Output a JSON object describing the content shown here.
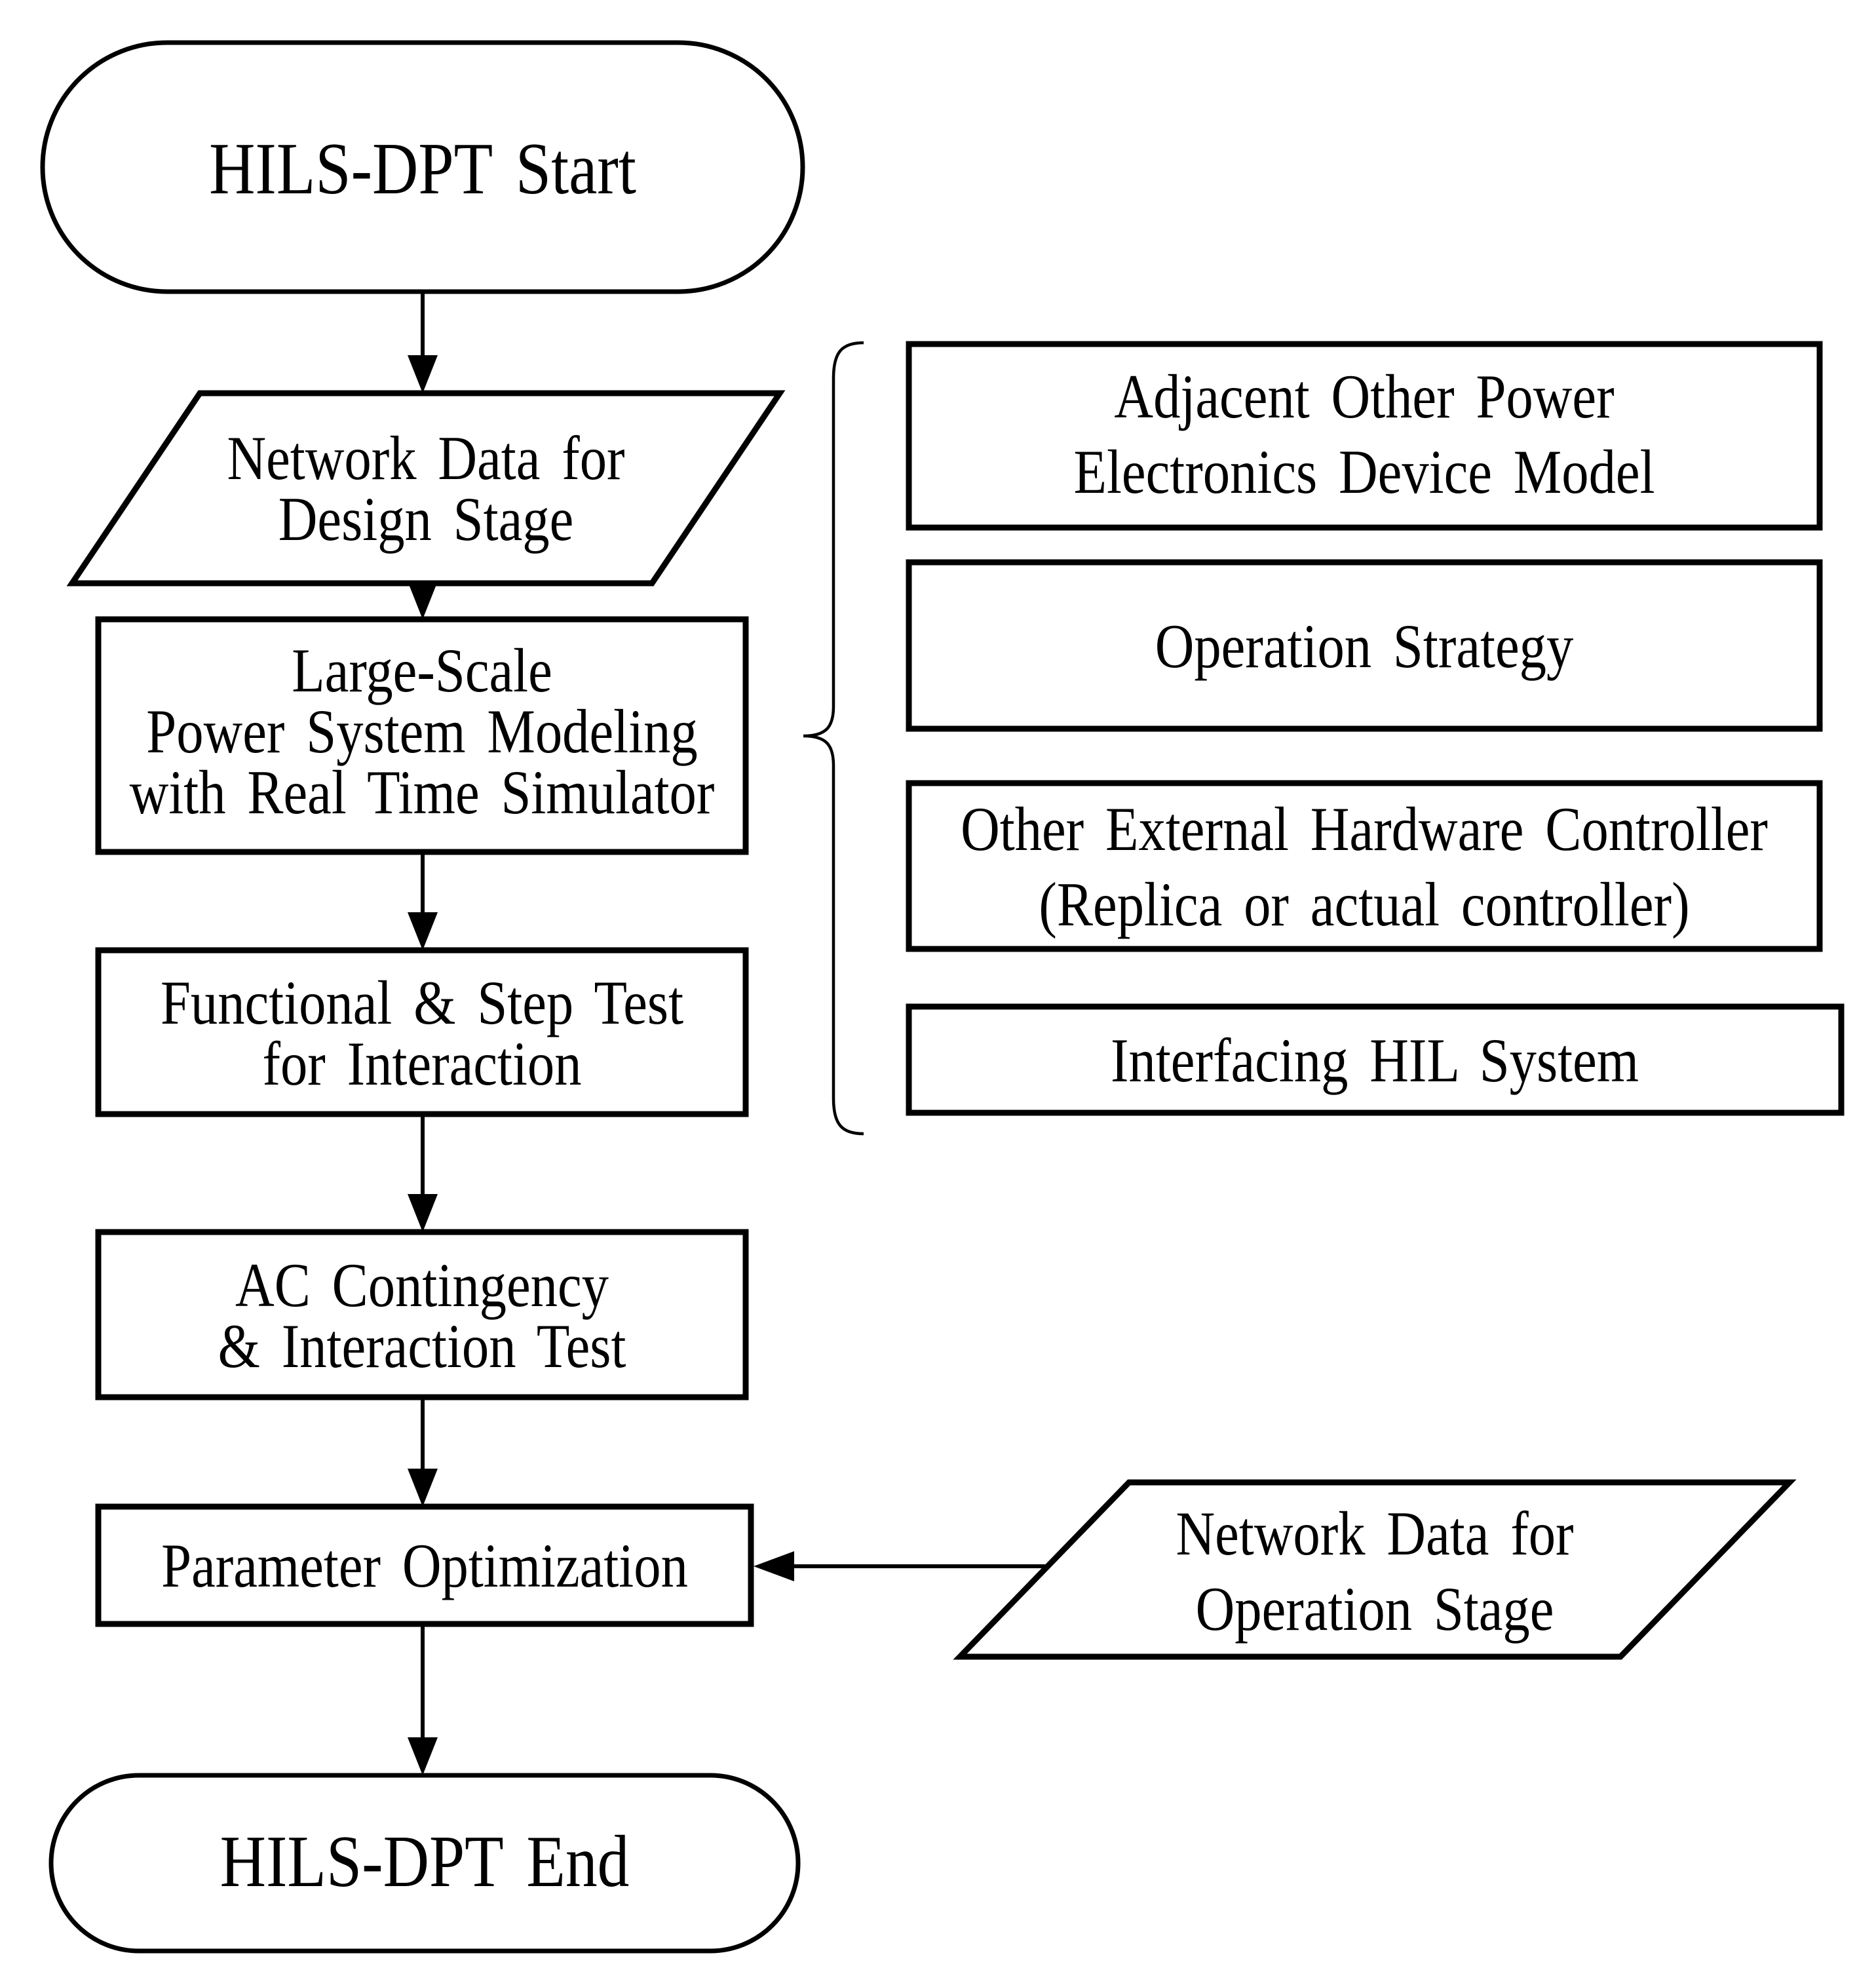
{
  "diagram": {
    "type": "flowchart",
    "colors": {
      "stroke": "#000000",
      "fill": "#ffffff",
      "background": "#ffffff",
      "text": "#000000"
    },
    "nodes": {
      "start": {
        "shape": "terminator",
        "label": "HILS-DPT Start"
      },
      "network_design": {
        "shape": "parallelogram",
        "lines": [
          "Network Data for",
          "Design Stage"
        ]
      },
      "large_scale": {
        "shape": "process",
        "lines": [
          "Large-Scale",
          "Power System Modeling",
          "with Real Time Simulator"
        ]
      },
      "functional_test": {
        "shape": "process",
        "lines": [
          "Functional & Step Test",
          "for Interaction"
        ]
      },
      "ac_contingency": {
        "shape": "process",
        "lines": [
          "AC Contingency",
          "& Interaction Test"
        ]
      },
      "parameter_opt": {
        "shape": "process",
        "label": "Parameter Optimization"
      },
      "end": {
        "shape": "terminator",
        "label": "HILS-DPT End"
      },
      "adjacent_device": {
        "shape": "process",
        "lines": [
          "Adjacent Other Power",
          "Electronics Device Model"
        ]
      },
      "operation_strategy": {
        "shape": "process",
        "label": "Operation Strategy"
      },
      "external_controller": {
        "shape": "process",
        "lines": [
          "Other External Hardware Controller",
          "(Replica or actual controller)"
        ]
      },
      "interfacing_hil": {
        "shape": "process",
        "label": "Interfacing HIL System"
      },
      "network_operation": {
        "shape": "parallelogram",
        "lines": [
          "Network Data for",
          "Operation Stage"
        ]
      }
    },
    "edges": [
      {
        "from": "start",
        "to": "network_design",
        "direction": "down"
      },
      {
        "from": "network_design",
        "to": "large_scale",
        "direction": "down"
      },
      {
        "from": "large_scale",
        "to": "functional_test",
        "direction": "down"
      },
      {
        "from": "functional_test",
        "to": "ac_contingency",
        "direction": "down"
      },
      {
        "from": "ac_contingency",
        "to": "parameter_opt",
        "direction": "down"
      },
      {
        "from": "parameter_opt",
        "to": "end",
        "direction": "down"
      },
      {
        "from": "network_operation",
        "to": "parameter_opt",
        "direction": "left"
      },
      {
        "from": "brace-group",
        "to": "large_scale",
        "direction": "brace"
      }
    ]
  }
}
